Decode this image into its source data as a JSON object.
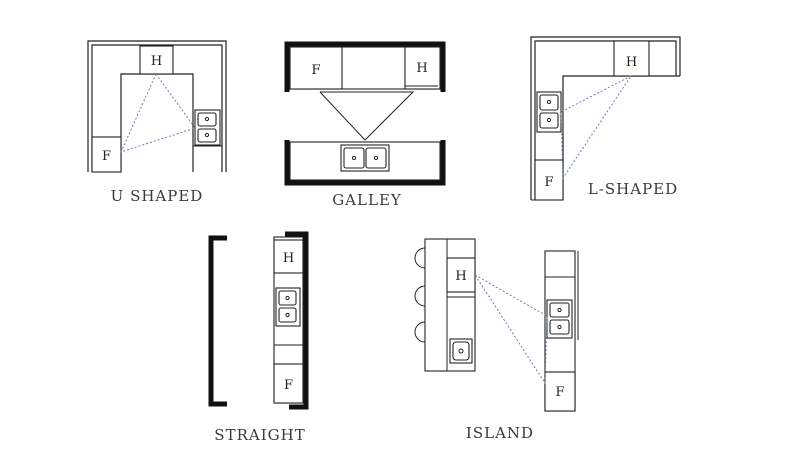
{
  "layouts": {
    "u_shaped": {
      "label": "U SHAPED",
      "hob": "H",
      "fridge": "F"
    },
    "galley": {
      "label": "GALLEY",
      "hob": "H",
      "fridge": "F"
    },
    "l_shaped": {
      "label": "L-SHAPED",
      "hob": "H",
      "fridge": "F"
    },
    "straight": {
      "label": "STRAIGHT",
      "hob": "H",
      "fridge": "F"
    },
    "island": {
      "label": "ISLAND",
      "hob": "H",
      "fridge": "F"
    }
  }
}
